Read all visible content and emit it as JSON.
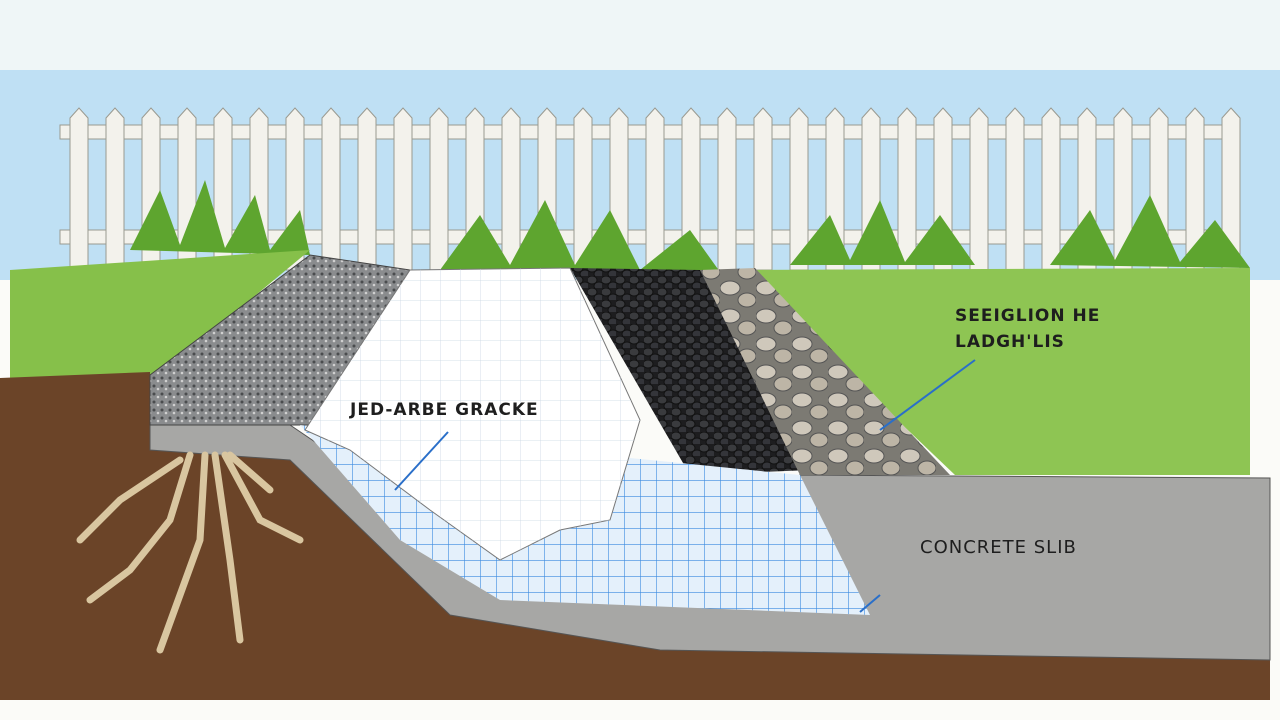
{
  "labels": {
    "fabric": "JED-ARBE GRACKE",
    "stone_line1": "SEEIGLION HE",
    "stone_line2": "LADGH'LIS",
    "concrete": "CONCRETE SLIB"
  },
  "colors": {
    "sky": "#a9d3ee",
    "grass": "#86c04a",
    "soil": "#6b4428",
    "concrete": "#a7a7a5",
    "mesh": "#2f7fd6",
    "gravel_dark": "#2b2b2d"
  }
}
